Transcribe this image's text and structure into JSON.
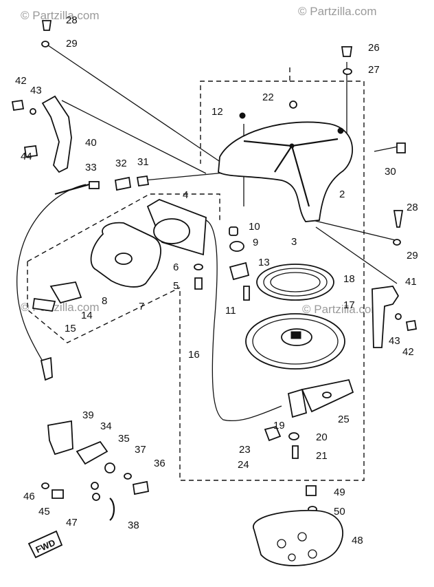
{
  "watermarks": [
    "© Partzilla.com",
    "© Partzilla.com",
    "© Partzilla.com",
    "© Partzilla.com"
  ],
  "fwd_label": "FWD",
  "callouts": [
    "28",
    "29",
    "26",
    "27",
    "22",
    "42",
    "43",
    "12",
    "40",
    "44",
    "30",
    "2",
    "33",
    "32",
    "31",
    "4",
    "28",
    "10",
    "9",
    "29",
    "3",
    "6",
    "13",
    "5",
    "18",
    "41",
    "11",
    "14",
    "8",
    "7",
    "17",
    "15",
    "43",
    "42",
    "16",
    "25",
    "39",
    "34",
    "19",
    "20",
    "35",
    "37",
    "23",
    "36",
    "24",
    "21",
    "46",
    "45",
    "49",
    "47",
    "50",
    "38",
    "48"
  ]
}
